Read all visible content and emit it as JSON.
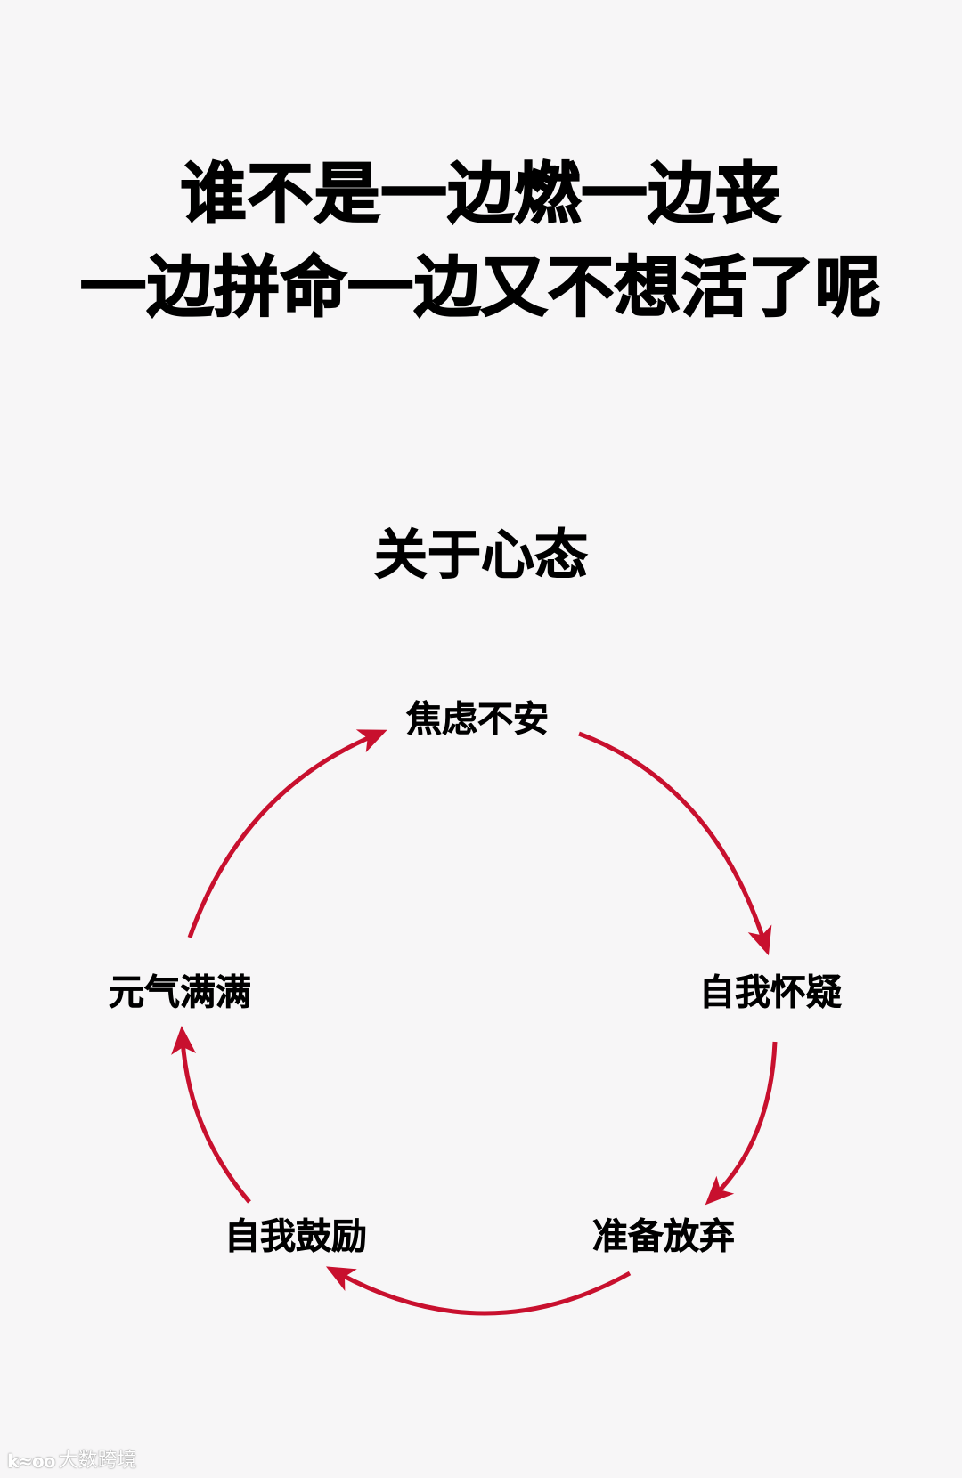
{
  "title": {
    "line1": "谁不是一边燃一边丧",
    "line2": "一边拼命一边又不想活了呢"
  },
  "subtitle": "关于心态",
  "cycle": {
    "arrow_color": "#c8102e",
    "direction": "clockwise",
    "labels": [
      "焦虑不安",
      "自我怀疑",
      "准备放弃",
      "自我鼓励",
      "元气满满"
    ]
  },
  "watermark": {
    "logo": "k≈oo",
    "text": "大数跨境"
  }
}
